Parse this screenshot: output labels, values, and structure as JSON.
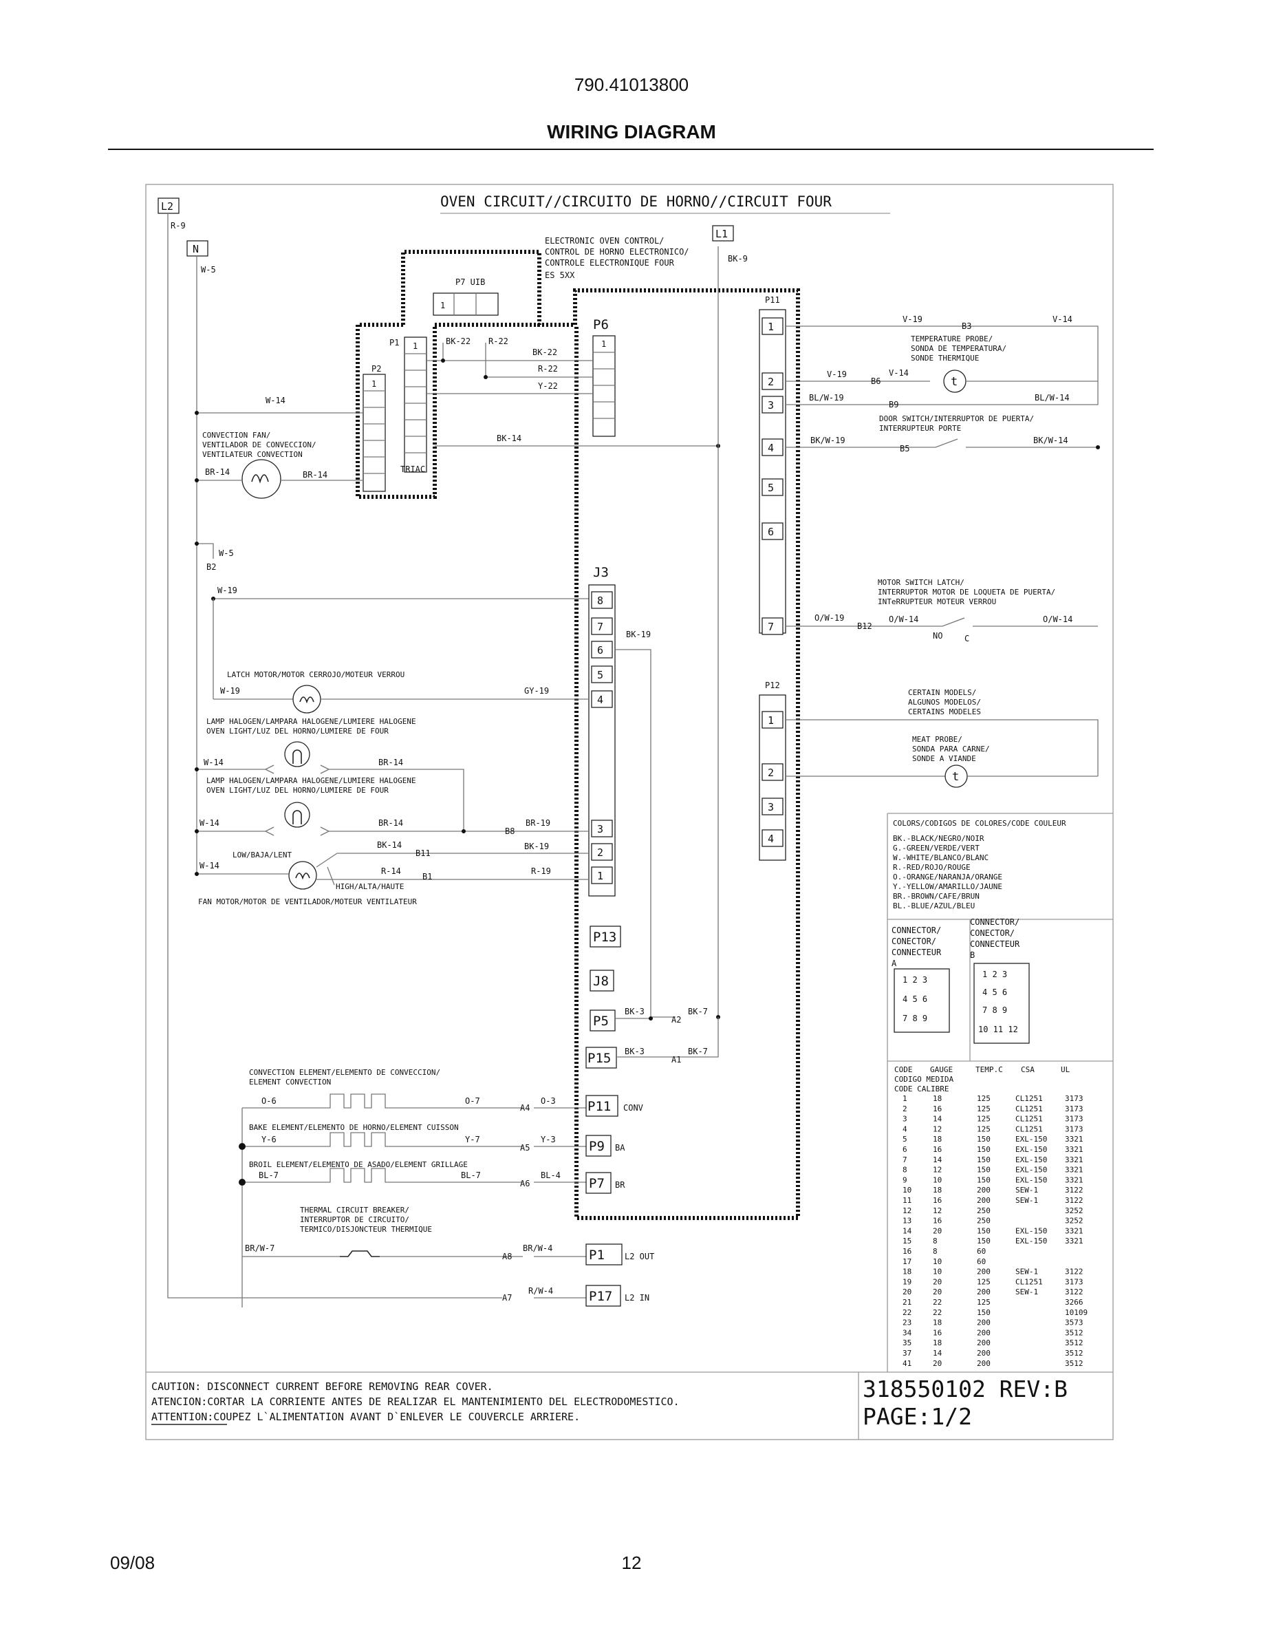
{
  "header": {
    "model_number": "790.41013800",
    "title": "WIRING DIAGRAM"
  },
  "footer": {
    "date": "09/08",
    "page": "12"
  },
  "diagram": {
    "circuit_title": "OVEN CIRCUIT//CIRCUITO DE HORNO//CIRCUIT FOUR",
    "terminals": {
      "l2": "L2",
      "l1": "L1",
      "n": "N"
    },
    "control": {
      "label_lines": [
        "ELECTRONIC OVEN CONTROL/",
        "CONTROL DE HORNO ELECTRONICO/",
        "CONTROLE ELECTRONIQUE FOUR",
        "ES 5XX"
      ],
      "p7_uib": "P7 UIB",
      "triac": "TRIAC"
    },
    "connectors": {
      "p1": "P1",
      "p2": "P2",
      "p6": "P6",
      "p11": "P11",
      "p12": "P12",
      "j3": "J3",
      "p13": "P13",
      "j8": "J8",
      "p5": "P5",
      "p15": "P15",
      "p11b": "P11",
      "p9": "P9",
      "p7": "P7",
      "p1b": "P1",
      "p17": "P17"
    },
    "pin_numbers": {
      "one": "1",
      "two": "2",
      "three": "3",
      "four": "4",
      "five": "5",
      "six": "6",
      "seven": "7",
      "eight": "8"
    },
    "output_labels": {
      "conv": "CONV",
      "ba": "BA",
      "br": "BR",
      "l2_out": "L2 OUT",
      "l2_in": "L2 IN"
    },
    "wire_labels": {
      "r9": "R-9",
      "w5": "W-5",
      "w14": "W-14",
      "bk22": "BK-22",
      "r22": "R-22",
      "y22": "Y-22",
      "bk14": "BK-14",
      "br14": "BR-14",
      "bk9": "BK-9",
      "w19": "W-19",
      "gy19": "GY-19",
      "bk19": "BK-19",
      "br19": "BR-19",
      "r19": "R-19",
      "r14": "R-14",
      "bk3": "BK-3",
      "bk7": "BK-7",
      "o6": "O-6",
      "o7": "O-7",
      "o3": "O-3",
      "y6": "Y-6",
      "y7": "Y-7",
      "y3": "Y-3",
      "bl7": "BL-7",
      "bl4": "BL-4",
      "brw7": "BR/W-7",
      "brw4": "BR/W-4",
      "rw4": "R/W-4",
      "v19": "V-19",
      "v14": "V-14",
      "blw19": "BL/W-19",
      "blw14": "BL/W-14",
      "bkw19": "BK/W-19",
      "bkw14": "BK/W-14",
      "ow19": "O/W-19",
      "ow14": "O/W-14"
    },
    "node_labels": {
      "b2": "B2",
      "b8": "B8",
      "b11": "B11",
      "b1": "B1",
      "a2": "A2",
      "a1": "A1",
      "a4": "A4",
      "a5": "A5",
      "a6": "A6",
      "a8": "A8",
      "a7": "A7",
      "b3": "B3",
      "b6": "B6",
      "b9": "B9",
      "b5": "B5",
      "b12": "B12",
      "no": "NO",
      "c": "C",
      "t": "t"
    },
    "components": {
      "convection_fan": [
        "CONVECTION FAN/",
        "VENTILADOR DE CONVECCION/",
        "VENTILATEUR CONVECTION"
      ],
      "latch_motor": "LATCH MOTOR/MOTOR CERROJO/MOTEUR VERROU",
      "lamp1": [
        "LAMP HALOGEN/LAMPARA HALOGENE/LUMIERE HALOGENE",
        "OVEN LIGHT/LUZ DEL HORNO/LUMIERE DE FOUR"
      ],
      "lamp2": [
        "LAMP HALOGEN/LAMPARA HALOGENE/LUMIERE HALOGENE",
        "OVEN LIGHT/LUZ DEL HORNO/LUMIERE DE FOUR"
      ],
      "fan_low": "LOW/BAJA/LENT",
      "fan_high": "HIGH/ALTA/HAUTE",
      "fan_motor": "FAN MOTOR/MOTOR DE VENTILADOR/MOTEUR VENTILATEUR",
      "convection_element": [
        "CONVECTION ELEMENT/ELEMENTO DE CONVECCION/",
        "ELEMENT CONVECTION"
      ],
      "bake_element": "BAKE ELEMENT/ELEMENTO DE HORNO/ELEMENT CUISSON",
      "broil_element": "BROIL ELEMENT/ELEMENTO DE ASADO/ELEMENT GRILLAGE",
      "thermal_breaker": [
        "THERMAL CIRCUIT BREAKER/",
        "INTERRUPTOR DE CIRCUITO/",
        "TERMICO/DISJONCTEUR THERMIQUE"
      ],
      "temp_probe": [
        "TEMPERATURE PROBE/",
        "SONDA DE TEMPERATURA/",
        "SONDE THERMIQUE"
      ],
      "door_switch": [
        "DOOR SWITCH/INTERRUPTOR DE PUERTA/",
        "INTERRUPTEUR PORTE"
      ],
      "motor_switch": [
        "MOTOR SWITCH LATCH/",
        "INTERRUPTOR MOTOR DE LOQUETA DE PUERTA/",
        "INTeRRUPTEUR MOTEUR VERROU"
      ],
      "certain_models": [
        "CERTAIN MODELS/",
        "ALGUNOS MODELOS/",
        "CERTAINS MODELES"
      ],
      "meat_probe": [
        "MEAT PROBE/",
        "SONDA PARA CARNE/",
        "SONDE A VIANDE"
      ]
    },
    "legend": {
      "title": "COLORS/CODIGOS DE COLORES/CODE COULEUR",
      "colors": [
        "BK.-BLACK/NEGRO/NOIR",
        "G.-GREEN/VERDE/VERT",
        "W.-WHITE/BLANCO/BLANC",
        "R.-RED/ROJO/ROUGE",
        "O.-ORANGE/NARANJA/ORANGE",
        "Y.-YELLOW/AMARILLO/JAUNE",
        "BR.-BROWN/CAFE/BRUN",
        "BL.-BLUE/AZUL/BLEU"
      ]
    },
    "connector_legend": {
      "a_title": [
        "CONNECTOR/",
        "CONECTOR/",
        "CONNECTEUR",
        "A"
      ],
      "b_title": [
        "CONNECTOR/",
        "CONECTOR/",
        "CONNECTEUR",
        "B"
      ],
      "a_rows": [
        "1  2  3",
        "4  5  6",
        "7  8  9"
      ],
      "b_rows": [
        "1  2  3",
        "4  5  6",
        "7  8  9",
        "10 11 12"
      ]
    },
    "gauge_table": {
      "headers": [
        "CODE",
        "GAUGE",
        "TEMP.C",
        "CSA",
        "UL"
      ],
      "subheaders": [
        "CODIGO MEDIDA",
        "CODE   CALIBRE"
      ],
      "rows": [
        [
          "1",
          "18",
          "125",
          "CL1251",
          "3173"
        ],
        [
          "2",
          "16",
          "125",
          "CL1251",
          "3173"
        ],
        [
          "3",
          "14",
          "125",
          "CL1251",
          "3173"
        ],
        [
          "4",
          "12",
          "125",
          "CL1251",
          "3173"
        ],
        [
          "5",
          "18",
          "150",
          "EXL-150",
          "3321"
        ],
        [
          "6",
          "16",
          "150",
          "EXL-150",
          "3321"
        ],
        [
          "7",
          "14",
          "150",
          "EXL-150",
          "3321"
        ],
        [
          "8",
          "12",
          "150",
          "EXL-150",
          "3321"
        ],
        [
          "9",
          "10",
          "150",
          "EXL-150",
          "3321"
        ],
        [
          "10",
          "18",
          "200",
          "SEW-1",
          "3122"
        ],
        [
          "11",
          "16",
          "200",
          "SEW-1",
          "3122"
        ],
        [
          "12",
          "12",
          "250",
          "",
          "3252"
        ],
        [
          "13",
          "16",
          "250",
          "",
          "3252"
        ],
        [
          "14",
          "20",
          "150",
          "EXL-150",
          "3321"
        ],
        [
          "15",
          "8",
          "150",
          "EXL-150",
          "3321"
        ],
        [
          "16",
          "8",
          "60",
          "",
          ""
        ],
        [
          "17",
          "10",
          "60",
          "",
          ""
        ],
        [
          "18",
          "10",
          "200",
          "SEW-1",
          "3122"
        ],
        [
          "19",
          "20",
          "125",
          "CL1251",
          "3173"
        ],
        [
          "20",
          "20",
          "200",
          "SEW-1",
          "3122"
        ],
        [
          "21",
          "22",
          "125",
          "",
          "3266"
        ],
        [
          "22",
          "22",
          "150",
          "",
          "10109"
        ],
        [
          "23",
          "18",
          "200",
          "",
          "3573"
        ],
        [
          "34",
          "16",
          "200",
          "",
          "3512"
        ],
        [
          "35",
          "18",
          "200",
          "",
          "3512"
        ],
        [
          "37",
          "14",
          "200",
          "",
          "3512"
        ],
        [
          "41",
          "20",
          "200",
          "",
          "3512"
        ]
      ]
    },
    "caution": {
      "lines": [
        "CAUTION: DISCONNECT CURRENT BEFORE REMOVING REAR COVER.",
        "ATENCION:CORTAR LA CORRIENTE ANTES DE REALIZAR EL MANTENIMIENTO DEL ELECTRODOMESTICO.",
        "ATTENTION:COUPEZ L`ALIMENTATION AVANT D`ENLEVER LE COUVERCLE ARRIERE."
      ]
    },
    "part_number": "318550102 REV:B",
    "page_ref": "PAGE:1/2"
  }
}
